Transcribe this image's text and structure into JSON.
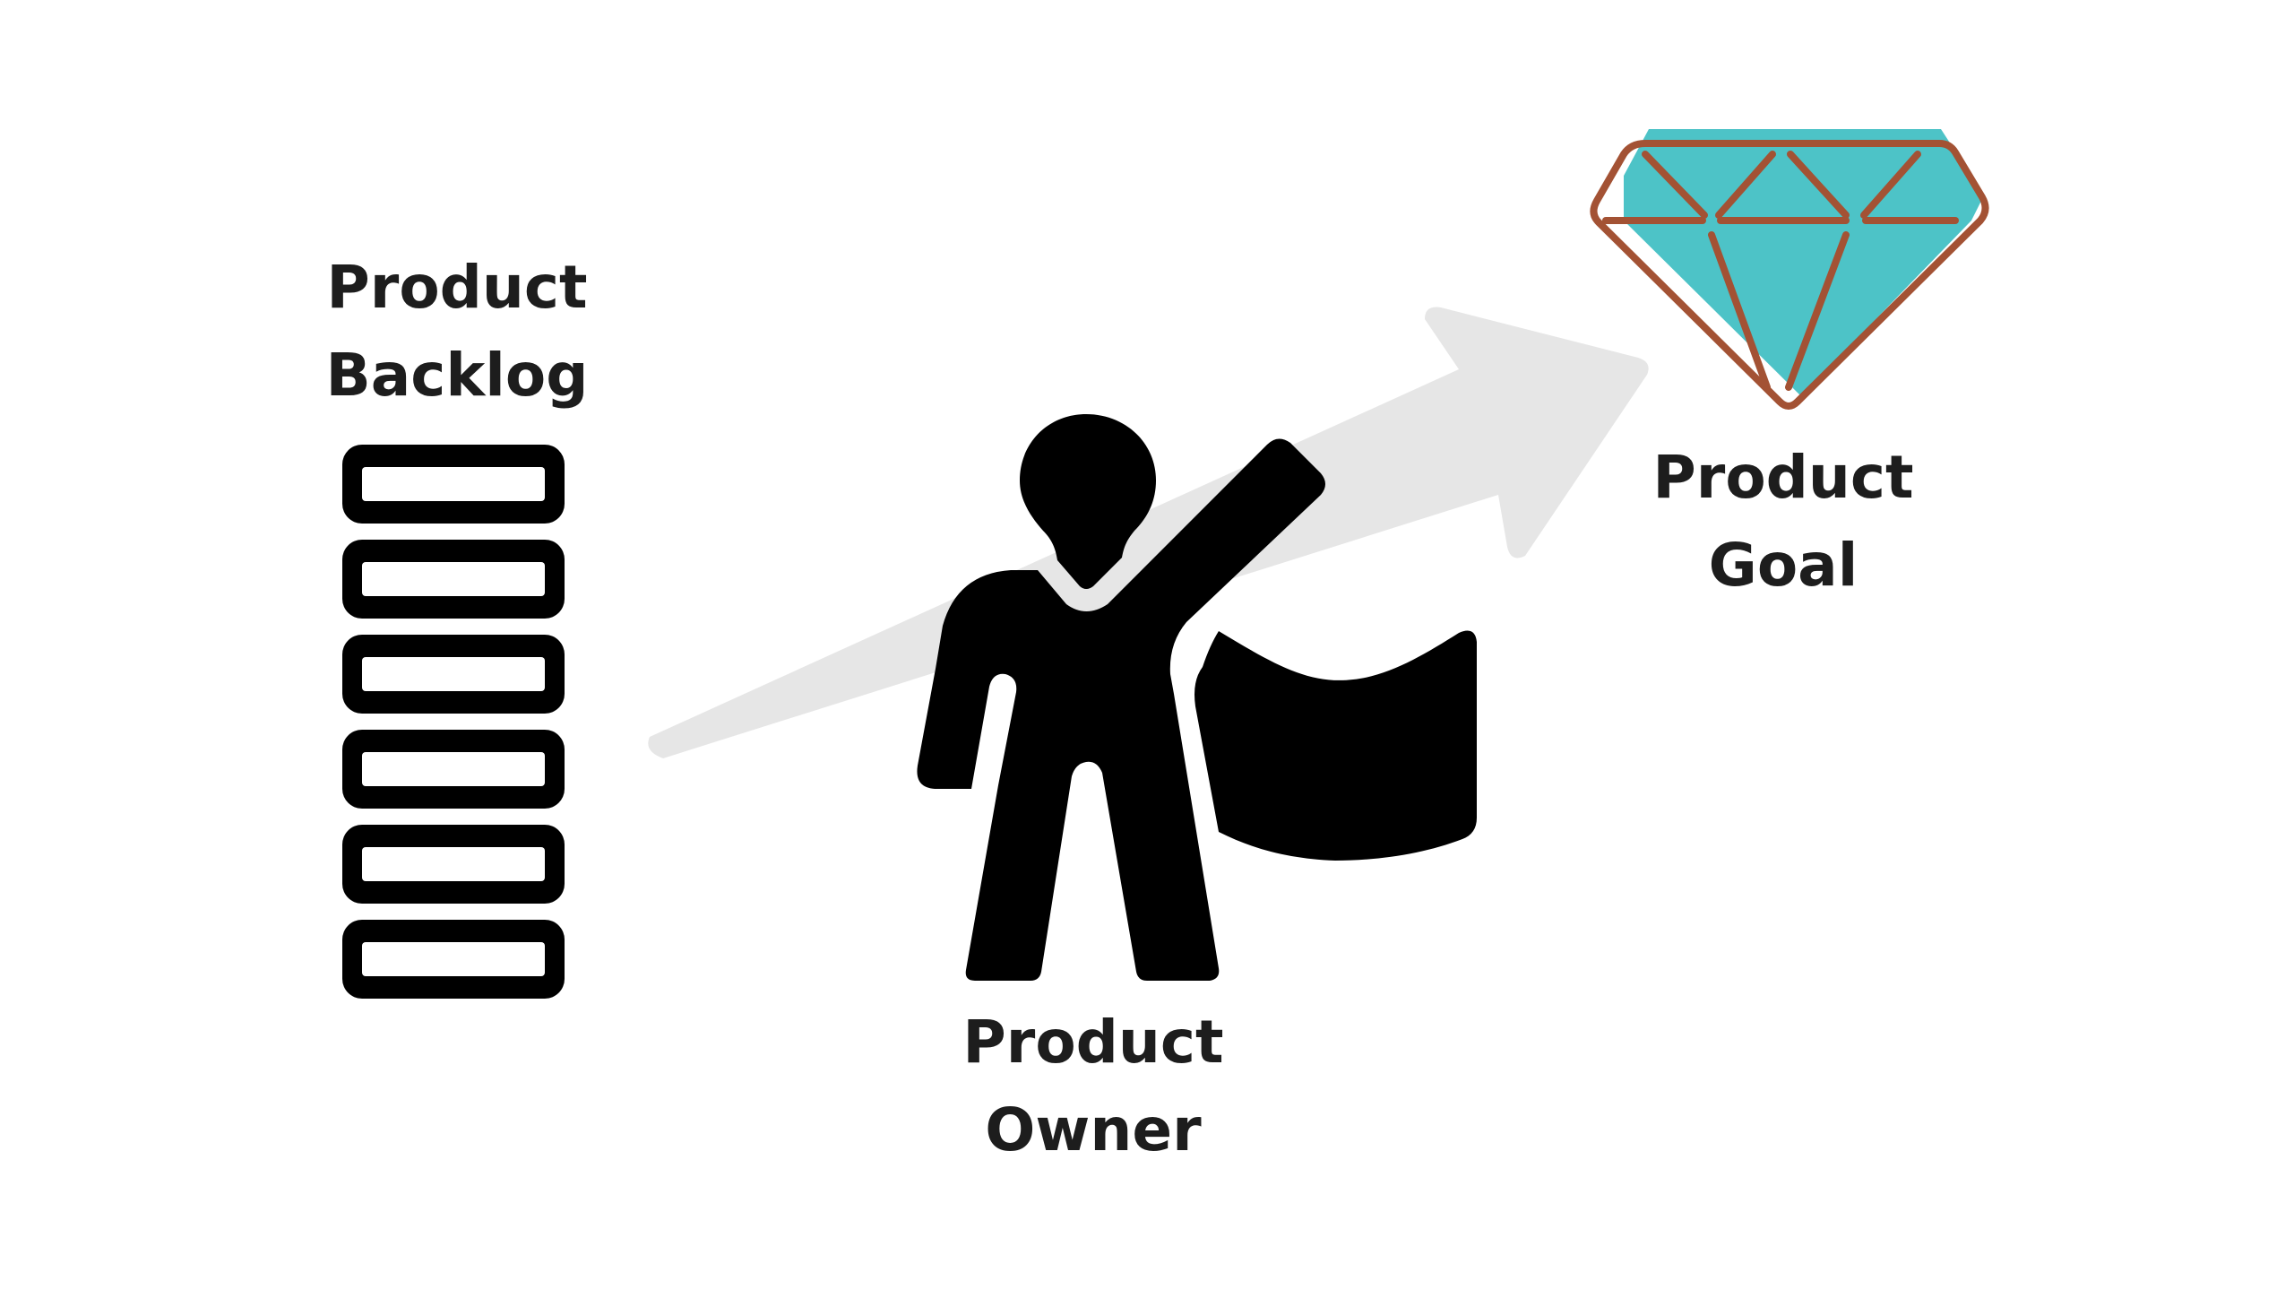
{
  "diagram": {
    "backlog": {
      "label_line1": "Product",
      "label_line2": "Backlog",
      "item_count": 6
    },
    "goal": {
      "label_line1": "Product",
      "label_line2": "Goal"
    },
    "owner": {
      "label_line1": "Product",
      "label_line2": "Owner"
    },
    "colors": {
      "text": "#1d1d1d",
      "arrow": "#e6e6e6",
      "diamond_fill": "#4dc3c7",
      "diamond_outline": "#a35234",
      "figure": "#000000"
    }
  }
}
